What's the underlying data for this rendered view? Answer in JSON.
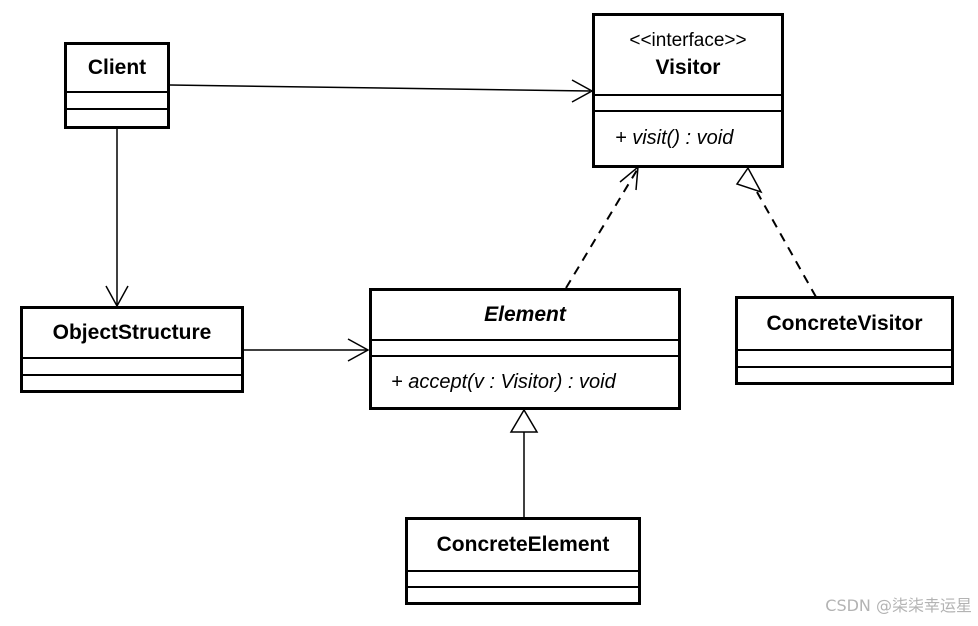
{
  "classes": {
    "client": {
      "name": "Client"
    },
    "visitor": {
      "stereotype": "<<interface>>",
      "name": "Visitor",
      "operation": "+ visit() : void"
    },
    "object_structure": {
      "name": "ObjectStructure"
    },
    "element": {
      "name": "Element",
      "operation": "+ accept(v : Visitor) : void"
    },
    "concrete_visitor": {
      "name": "ConcreteVisitor"
    },
    "concrete_element": {
      "name": "ConcreteElement"
    }
  },
  "relationships": [
    {
      "from": "Client",
      "to": "Visitor",
      "type": "association"
    },
    {
      "from": "Client",
      "to": "ObjectStructure",
      "type": "association"
    },
    {
      "from": "ObjectStructure",
      "to": "Element",
      "type": "association"
    },
    {
      "from": "Element",
      "to": "Visitor",
      "type": "dependency"
    },
    {
      "from": "ConcreteVisitor",
      "to": "Visitor",
      "type": "realization"
    },
    {
      "from": "ConcreteElement",
      "to": "Element",
      "type": "generalization"
    }
  ],
  "watermark": "CSDN @柒柒幸运星",
  "colors": {
    "line": "#000000",
    "background": "#ffffff",
    "watermark": "#b3b3b3"
  }
}
